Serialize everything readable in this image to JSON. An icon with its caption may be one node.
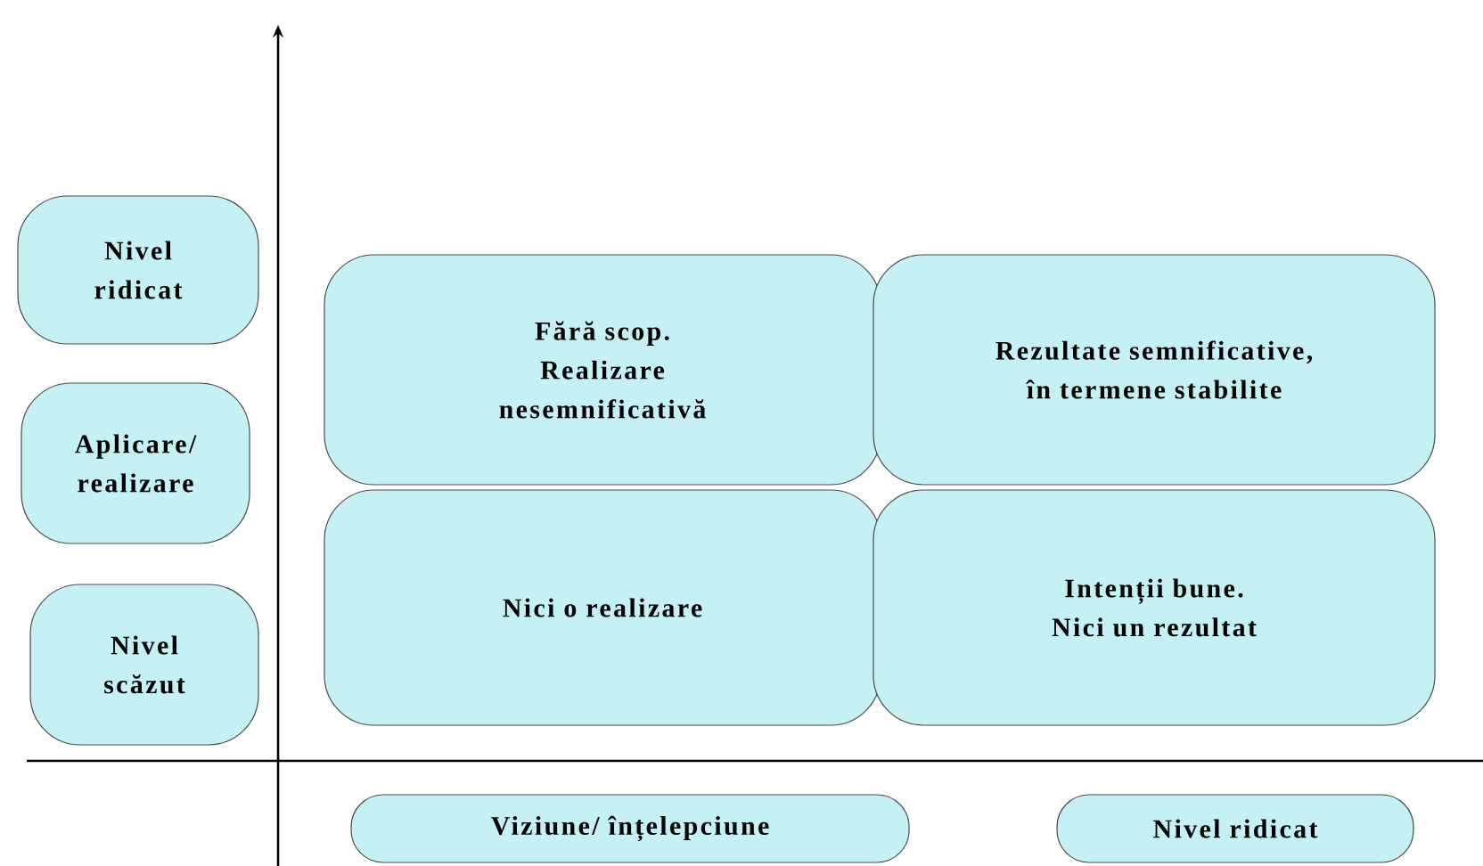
{
  "diagram": {
    "nodes": [
      {
        "text": [
          "Nivel ridicat"
        ]
      },
      {
        "text": [
          "Aplicare/ realizare"
        ]
      },
      {
        "text": [
          "Nivel scăzut"
        ]
      },
      {
        "text": [
          "Fără scop. Realizare nesemnificativă"
        ]
      },
      {
        "text": [
          "Rezultate semnificative, în termene stabilite"
        ]
      },
      {
        "text": [
          "Nici o realizare"
        ]
      },
      {
        "text": [
          "Intenții bune. Nici un rezultat"
        ]
      },
      {
        "text": [
          "Viziune/ înțelepciune"
        ]
      },
      {
        "text": [
          "Nivel ridicat"
        ]
      }
    ]
  }
}
